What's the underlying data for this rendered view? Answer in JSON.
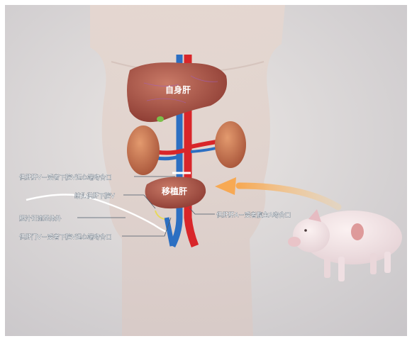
{
  "organs": {
    "native_liver": "自身肝",
    "transplant_liver": "移植肝"
  },
  "labels": {
    "ivc_proximal": "供肝肝V－受者下腔V近心端吻合口",
    "ligate_ivc": "结扎供肝下腔V",
    "bile_drain": "胆汁引流至体外",
    "portal_distal": "供肝门V－受者下腔V远心端吻合口",
    "artery_anastomosis": "供肝肝A－受者腹主A吻合口"
  },
  "colors": {
    "artery": "#d8262a",
    "vein": "#2c6fc2",
    "liver": "#b25a4c",
    "kidney": "#c9734e",
    "arrow": "#f6b26b"
  }
}
